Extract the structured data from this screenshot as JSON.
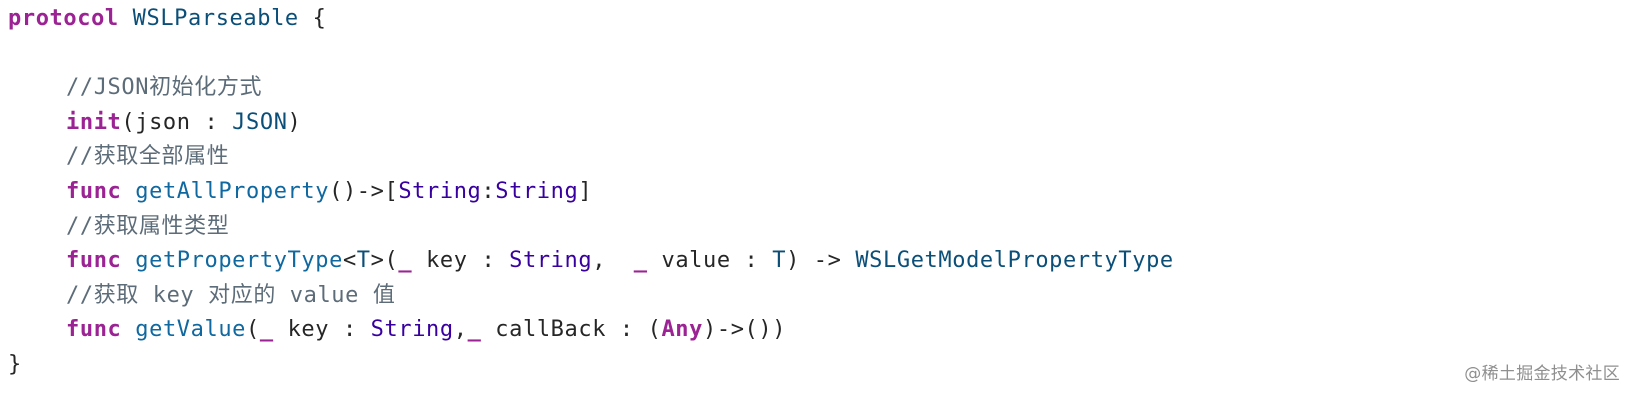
{
  "code": {
    "lines": [
      [
        {
          "t": "protocol",
          "c": "kw"
        },
        {
          "t": " ",
          "c": "pl"
        },
        {
          "t": "WSLParseable",
          "c": "decl"
        },
        {
          "t": " {",
          "c": "pl"
        }
      ],
      [],
      [
        {
          "t": "//JSON初始化方式",
          "c": "comment"
        }
      ],
      [
        {
          "t": "init",
          "c": "kw"
        },
        {
          "t": "(json : ",
          "c": "pl"
        },
        {
          "t": "JSON",
          "c": "decl"
        },
        {
          "t": ")",
          "c": "pl"
        }
      ],
      [
        {
          "t": "//获取全部属性",
          "c": "comment"
        }
      ],
      [
        {
          "t": "func",
          "c": "kw"
        },
        {
          "t": " ",
          "c": "pl"
        },
        {
          "t": "getAllProperty",
          "c": "name"
        },
        {
          "t": "()->[",
          "c": "pl"
        },
        {
          "t": "String",
          "c": "type"
        },
        {
          "t": ":",
          "c": "pl"
        },
        {
          "t": "String",
          "c": "type"
        },
        {
          "t": "]",
          "c": "pl"
        }
      ],
      [
        {
          "t": "//获取属性类型",
          "c": "comment"
        }
      ],
      [
        {
          "t": "func",
          "c": "kw"
        },
        {
          "t": " ",
          "c": "pl"
        },
        {
          "t": "getPropertyType",
          "c": "name"
        },
        {
          "t": "<",
          "c": "pl"
        },
        {
          "t": "T",
          "c": "decl"
        },
        {
          "t": ">(",
          "c": "pl"
        },
        {
          "t": "_",
          "c": "kw"
        },
        {
          "t": " key : ",
          "c": "pl"
        },
        {
          "t": "String",
          "c": "type"
        },
        {
          "t": ",  ",
          "c": "pl"
        },
        {
          "t": "_",
          "c": "kw"
        },
        {
          "t": " value : ",
          "c": "pl"
        },
        {
          "t": "T",
          "c": "decl"
        },
        {
          "t": ") -> ",
          "c": "pl"
        },
        {
          "t": "WSLGetModelPropertyType",
          "c": "decl"
        }
      ],
      [
        {
          "t": "//获取 key 对应的 value 值",
          "c": "comment"
        }
      ],
      [
        {
          "t": "func",
          "c": "kw"
        },
        {
          "t": " ",
          "c": "pl"
        },
        {
          "t": "getValue",
          "c": "name"
        },
        {
          "t": "(",
          "c": "pl"
        },
        {
          "t": "_",
          "c": "kw"
        },
        {
          "t": " key : ",
          "c": "pl"
        },
        {
          "t": "String",
          "c": "type"
        },
        {
          "t": ",",
          "c": "pl"
        },
        {
          "t": "_",
          "c": "kw"
        },
        {
          "t": " callBack : (",
          "c": "pl"
        },
        {
          "t": "Any",
          "c": "kw"
        },
        {
          "t": ")->())",
          "c": "pl"
        }
      ],
      [
        {
          "t": "}",
          "c": "pl"
        }
      ]
    ]
  },
  "watermark": {
    "text": "@稀土掘金技术社区"
  },
  "colors": {
    "keyword": "#9b2393",
    "type": "#3900a0",
    "function_name": "#0f68a0",
    "declaration": "#0b4f79",
    "comment": "#5d6c79",
    "plain": "#262626",
    "background": "#ffffff"
  }
}
